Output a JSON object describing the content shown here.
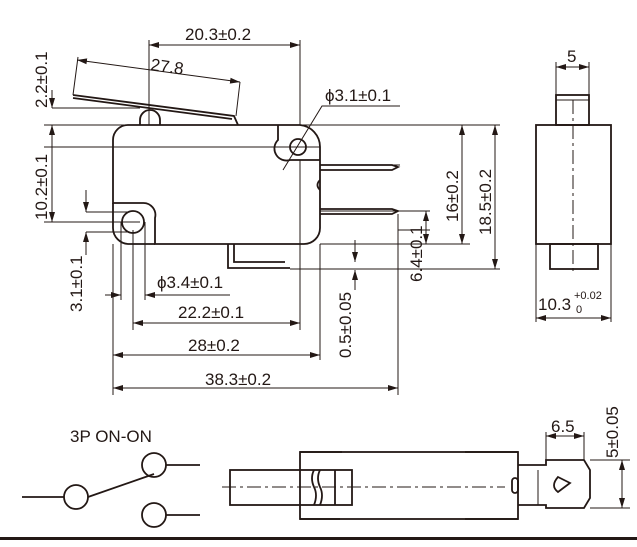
{
  "drawing": {
    "dimensions": {
      "lever_offset": "20.3±0.2",
      "lever_length": "27.8",
      "roller_height": "2.2±0.1",
      "hole_spacing_v": "10.2±0.1",
      "top_hole_dia": "ϕ3.1±0.1",
      "terminal_16": "16±0.2",
      "terminal_18_5": "18.5±0.2",
      "terminal_6_4": "6.4±0.1",
      "terminal_0_5": "0.5±0.05",
      "bottom_hole_offset": "3.1±0.1",
      "bottom_hole_dia": "ϕ3.4±0.1",
      "hole_spacing_h": "22.2±0.1",
      "body_length": "28±0.2",
      "overall_length": "38.3±0.2",
      "plunger_width": "5",
      "side_width": "10.3",
      "side_width_tol_plus": "+0.02",
      "side_width_tol_minus": "0",
      "terminal_length": "6.5",
      "terminal_width": "5±0.05"
    },
    "schematic_label": "3P ON-ON"
  }
}
